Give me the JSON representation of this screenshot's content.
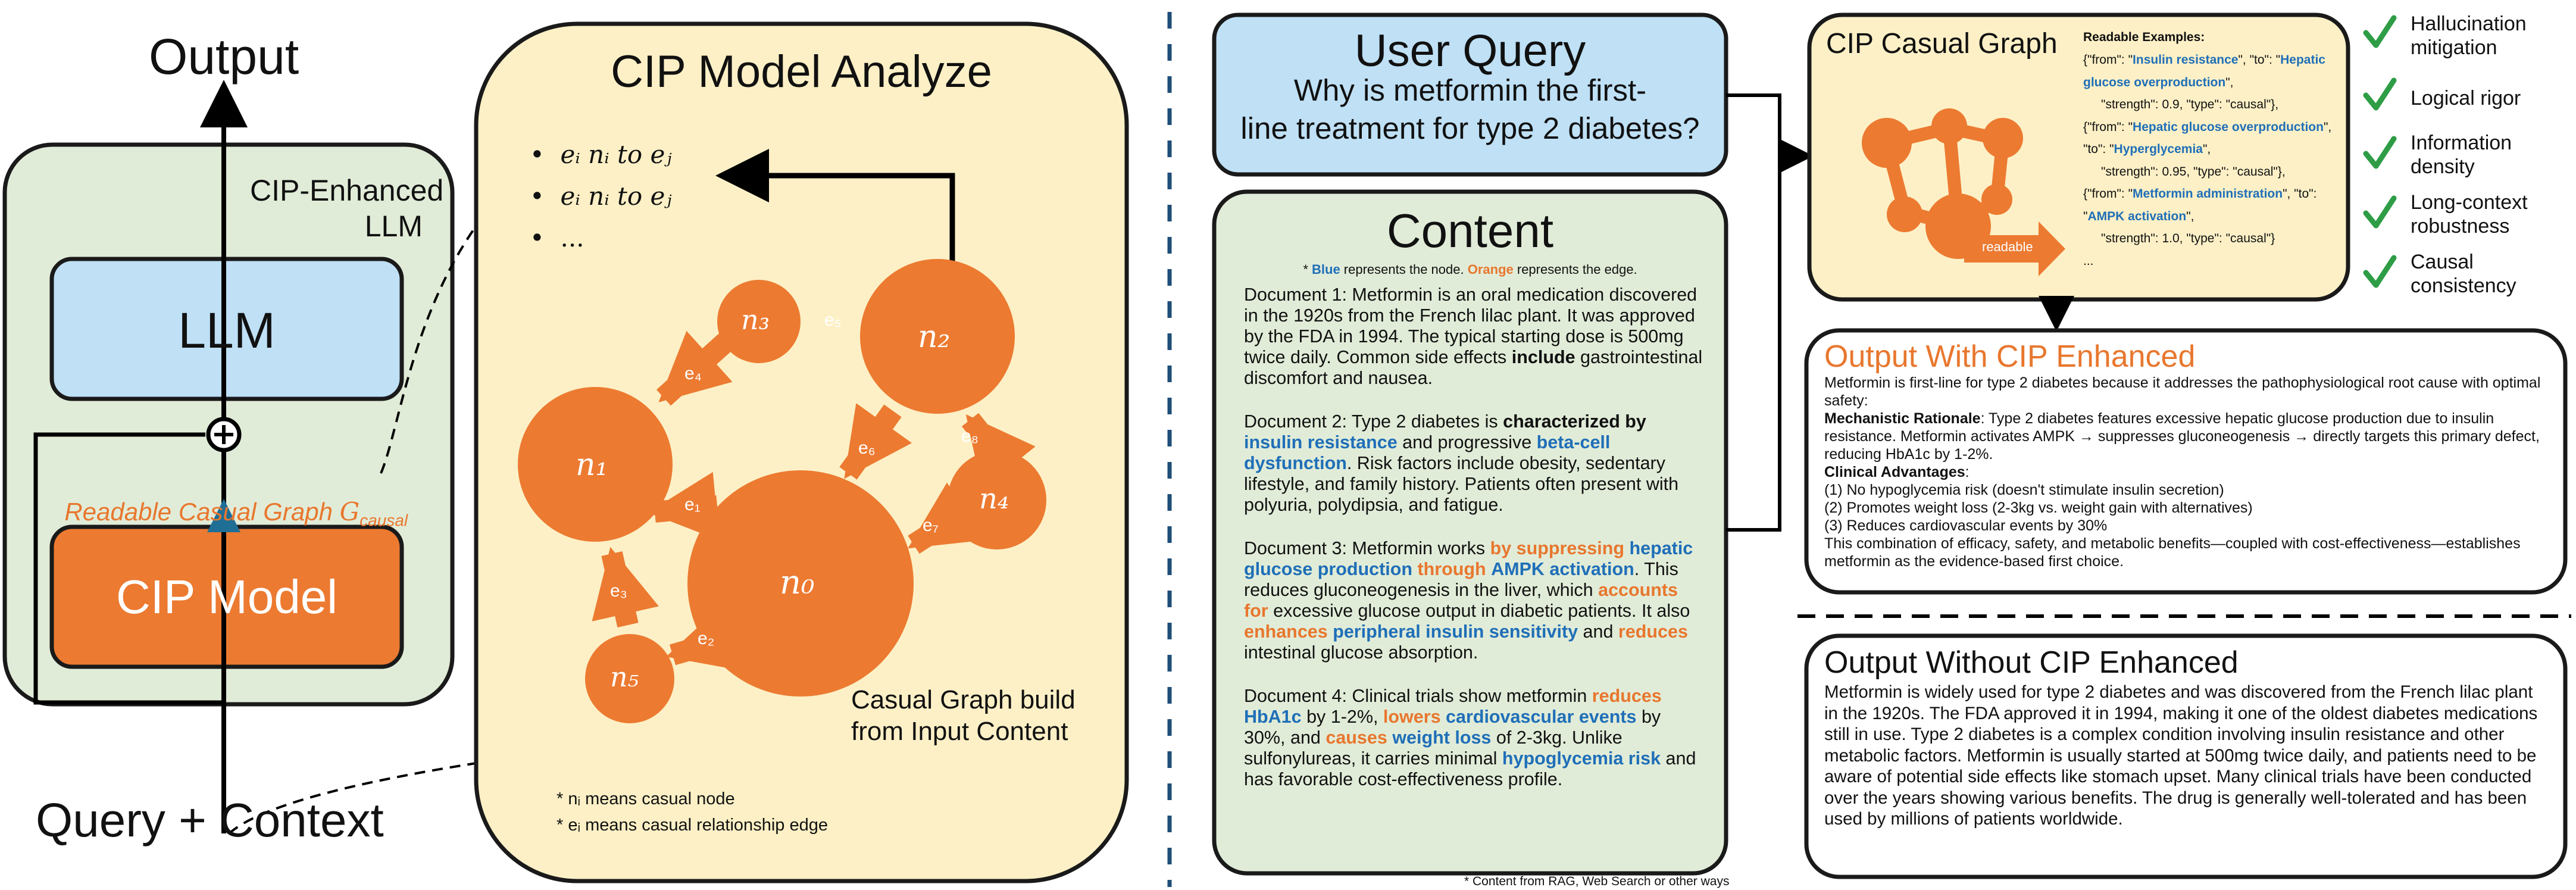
{
  "left": {
    "output_label": "Output",
    "enhanced_title": "CIP-Enhanced\nLLM",
    "llm_label": "LLM",
    "readable_graph_label": "Readable Casual Graph",
    "readable_graph_symbol": "G",
    "readable_graph_sub": "causal",
    "cip_model_label": "CIP Model",
    "query_label": "Query + Context"
  },
  "analyze": {
    "title": "CIP Model Analyze",
    "bullets": [
      "eᵢ nᵢ to eⱼ",
      "eᵢ nᵢ to eⱼ",
      "..."
    ],
    "nodes": [
      "n₃",
      "n₂",
      "n₁",
      "n₀",
      "n₄",
      "n₅"
    ],
    "edges": [
      "e₅",
      "e₄",
      "e₆",
      "e₈",
      "e₁",
      "e₇",
      "e₃",
      "e₂"
    ],
    "caption": "Casual Graph build\nfrom Input Content",
    "note1": "nᵢ means casual node",
    "note2": "eᵢ means casual relationship edge",
    "colors": {
      "node": "#ec7a31",
      "panel": "#fdf0c6",
      "green_panel": "#e1ecd8",
      "llm": "#bfe0f5"
    }
  },
  "query": {
    "title": "User Query",
    "text": "Why is metformin the first-\nline treatment for type 2 diabetes?"
  },
  "content": {
    "title": "Content",
    "legend_blue": "Blue",
    "legend_mid": " represents the node. ",
    "legend_orange": "Orange",
    "legend_end": " represents the edge.",
    "doc1": [
      {
        "t": "Document 1: Metformin is an oral medication discovered in the 1920s from the French lilac plant. It was approved by the FDA in 1994. The typical starting dose is 500mg twice daily. Common side effects ",
        "s": ""
      },
      {
        "t": "include",
        "s": "bold"
      },
      {
        "t": " gastrointestinal discomfort and nausea.",
        "s": ""
      }
    ],
    "doc2": [
      {
        "t": "Document 2: Type 2 diabetes is ",
        "s": ""
      },
      {
        "t": "characterized by",
        "s": "bold"
      },
      {
        "t": " ",
        "s": ""
      },
      {
        "t": "insulin resistance",
        "s": "blue"
      },
      {
        "t": " and progressive ",
        "s": ""
      },
      {
        "t": "beta-cell dysfunction",
        "s": "blue"
      },
      {
        "t": ". Risk factors include obesity, sedentary lifestyle, and family history. Patients often present with polyuria, polydipsia, and fatigue.",
        "s": ""
      }
    ],
    "doc3": [
      {
        "t": "Document 3: Metformin works ",
        "s": ""
      },
      {
        "t": "by suppressing",
        "s": "orange"
      },
      {
        "t": " ",
        "s": ""
      },
      {
        "t": "hepatic glucose production",
        "s": "blue"
      },
      {
        "t": " ",
        "s": ""
      },
      {
        "t": "through",
        "s": "orange"
      },
      {
        "t": " ",
        "s": ""
      },
      {
        "t": "AMPK activation",
        "s": "blue"
      },
      {
        "t": ". This reduces gluconeogenesis in the liver, which ",
        "s": ""
      },
      {
        "t": "accounts for",
        "s": "orange"
      },
      {
        "t": " excessive glucose output in diabetic patients. It also ",
        "s": ""
      },
      {
        "t": "enhances",
        "s": "orange"
      },
      {
        "t": " ",
        "s": ""
      },
      {
        "t": "peripheral insulin sensitivity",
        "s": "blue"
      },
      {
        "t": " and ",
        "s": ""
      },
      {
        "t": "reduces",
        "s": "orange"
      },
      {
        "t": " intestinal glucose absorption.",
        "s": ""
      }
    ],
    "doc4": [
      {
        "t": "Document 4: Clinical trials show metformin ",
        "s": ""
      },
      {
        "t": "reduces",
        "s": "orange"
      },
      {
        "t": " ",
        "s": ""
      },
      {
        "t": "HbA1c",
        "s": "blue"
      },
      {
        "t": " by 1-2%, ",
        "s": ""
      },
      {
        "t": "lowers",
        "s": "orange"
      },
      {
        "t": " ",
        "s": ""
      },
      {
        "t": "cardiovascular events",
        "s": "blue"
      },
      {
        "t": " by 30%, and ",
        "s": ""
      },
      {
        "t": "causes",
        "s": "orange"
      },
      {
        "t": " ",
        "s": ""
      },
      {
        "t": "weight loss",
        "s": "blue"
      },
      {
        "t": " of 2-3kg. Unlike sulfonylureas, it carries minimal ",
        "s": ""
      },
      {
        "t": "hypoglycemia risk",
        "s": "blue"
      },
      {
        "t": " and has favorable cost-effectiveness profile.",
        "s": ""
      }
    ],
    "footnote": "* Content from RAG, Web Search or other ways"
  },
  "graph": {
    "title": "CIP Casual Graph",
    "examples_title": "Readable Examples:",
    "readable_label": "readable",
    "examples": [
      [
        {
          "t": "{\"from\": \"",
          "s": ""
        },
        {
          "t": "Insulin resistance",
          "s": "blue"
        },
        {
          "t": "\", \"to\": \"",
          "s": ""
        },
        {
          "t": "Hepatic glucose overproduction",
          "s": "blue"
        },
        {
          "t": "\",",
          "s": ""
        }
      ],
      [
        {
          "t": "\"strength\": 0.9, \"type\": \"causal\"},",
          "s": "ind"
        }
      ],
      [
        {
          "t": "{\"from\": \"",
          "s": ""
        },
        {
          "t": "Hepatic glucose overproduction",
          "s": "blue"
        },
        {
          "t": "\", \"to\": \"",
          "s": ""
        },
        {
          "t": "Hyperglycemia",
          "s": "blue"
        },
        {
          "t": "\",",
          "s": ""
        }
      ],
      [
        {
          "t": "\"strength\": 0.95, \"type\": \"causal\"},",
          "s": "ind"
        }
      ],
      [
        {
          "t": "{\"from\": \"",
          "s": ""
        },
        {
          "t": "Metformin administration",
          "s": "blue"
        },
        {
          "t": "\", \"to\": \"",
          "s": ""
        },
        {
          "t": "AMPK activation",
          "s": "blue"
        },
        {
          "t": "\",",
          "s": ""
        }
      ],
      [
        {
          "t": "\"strength\": 1.0, \"type\": \"causal\"}",
          "s": "ind"
        }
      ],
      [
        {
          "t": "...",
          "s": ""
        }
      ]
    ]
  },
  "benefits": [
    "Hallucination\nmitigation",
    "Logical rigor",
    "Information\ndensity",
    "Long-context\nrobustness",
    "Causal\nconsistency"
  ],
  "output_with": {
    "title": "Output With CIP Enhanced",
    "intro": "Metformin is first-line for type 2 diabetes because it addresses the pathophysiological root cause with optimal safety:",
    "mech_label": "Mechanistic Rationale",
    "mech_text": ": Type 2 diabetes features excessive hepatic glucose production due to insulin resistance. Metformin activates AMPK → suppresses gluconeogenesis → directly targets this primary defect, reducing HbA1c by 1-2%.",
    "adv_label": "Clinical Advantages",
    "adv_colon": ":",
    "advantages": [
      "(1) No hypoglycemia risk (doesn't stimulate insulin secretion)",
      "(2) Promotes weight loss (2-3kg vs. weight gain with alternatives)",
      "(3) Reduces cardiovascular events by 30%"
    ],
    "conclusion": "This combination of efficacy, safety, and metabolic benefits—coupled with cost-effectiveness—establishes metformin as the evidence-based first choice."
  },
  "output_without": {
    "title": "Output Without CIP Enhanced",
    "text": "Metformin is widely used for type 2 diabetes and was discovered from the French lilac plant in the 1920s. The FDA approved it in 1994, making it one of the oldest diabetes medications still in use. Type 2 diabetes is a complex condition involving insulin resistance and other metabolic factors. Metformin is usually started at 500mg twice daily, and patients need to be aware of potential side effects like stomach upset. Many clinical trials have been conducted over the years showing various benefits. The drug is generally well-tolerated and has been used by millions of patients worldwide."
  }
}
